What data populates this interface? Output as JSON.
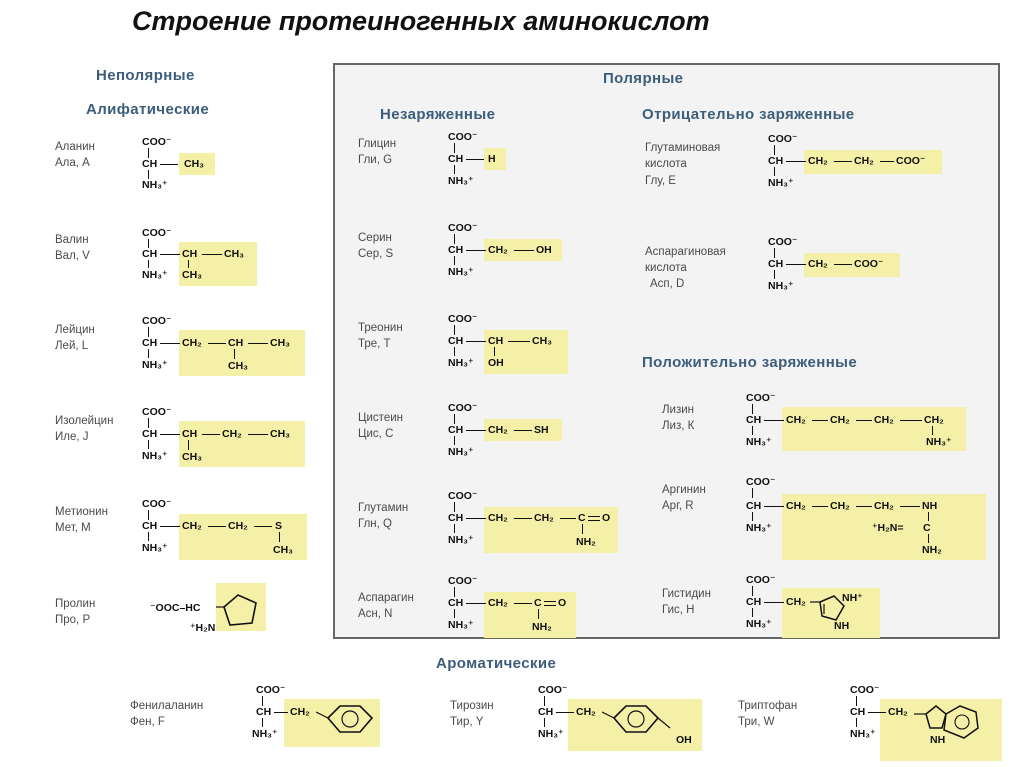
{
  "title": "Строение протеиногенных аминокислот",
  "groups": {
    "nonpolar": "Неполярные",
    "aliphatic": "Алифатические",
    "polar": "Полярные",
    "uncharged": "Незаряженные",
    "negative": "Отрицательно заряженные",
    "positive": "Положительно заряженные",
    "aromatic": "Ароматические"
  },
  "labels": {
    "coo": "COO⁻",
    "ch": "CH",
    "nh3": "NH₃⁺",
    "ch2": "CH₂",
    "ch3": "CH₃",
    "h": "H",
    "oh": "OH",
    "sh": "SH",
    "s": "S",
    "nh": "NH",
    "nh2": "NH₂",
    "c": "C",
    "o": "O",
    "coo_minus": "COO⁻",
    "ooc_hc": "⁻OOC–HC",
    "h2n": "⁺H₂N",
    "h2n_eq": "⁺H₂N=",
    "nh_plus": "NH⁺"
  },
  "aminoacids": {
    "ala": {
      "name": "Аланин",
      "abbr": "Ала, А"
    },
    "val": {
      "name": "Валин",
      "abbr": "Вал, V"
    },
    "leu": {
      "name": "Лейцин",
      "abbr": "Лей, L"
    },
    "ile": {
      "name": "Изолейцин",
      "abbr": "Иле, J"
    },
    "met": {
      "name": "Метионин",
      "abbr": "Мет, М"
    },
    "pro": {
      "name": "Пролин",
      "abbr": "Про, Р"
    },
    "gly": {
      "name": "Глицин",
      "abbr": "Гли, G"
    },
    "ser": {
      "name": "Серин",
      "abbr": "Сер, S"
    },
    "thr": {
      "name": "Треонин",
      "abbr": "Тре, Т"
    },
    "cys": {
      "name": "Цистеин",
      "abbr": "Цис, С"
    },
    "gln": {
      "name": "Глутамин",
      "abbr": "Глн, Q"
    },
    "asn": {
      "name": "Аспарагин",
      "abbr": "Асн, N"
    },
    "glu": {
      "name": "Глутаминовая кислота",
      "abbr": "Глу, Е"
    },
    "asp": {
      "name": "Аспарагиновая кислота",
      "abbr": "Асп, D"
    },
    "lys": {
      "name": "Лизин",
      "abbr": "Лиз, К"
    },
    "arg": {
      "name": "Аргинин",
      "abbr": "Арг, R"
    },
    "his": {
      "name": "Гистидин",
      "abbr": "Гис, Н"
    },
    "phe": {
      "name": "Фенилаланин",
      "abbr": "Фен, F"
    },
    "tyr": {
      "name": "Тирозин",
      "abbr": "Тир, Y"
    },
    "trp": {
      "name": "Триптофан",
      "abbr": "Три, W"
    }
  },
  "colors": {
    "highlight": "#f4f0a8",
    "heading": "#3d5d7c",
    "box_border": "#666666",
    "box_bg": "#f3f3f3"
  }
}
